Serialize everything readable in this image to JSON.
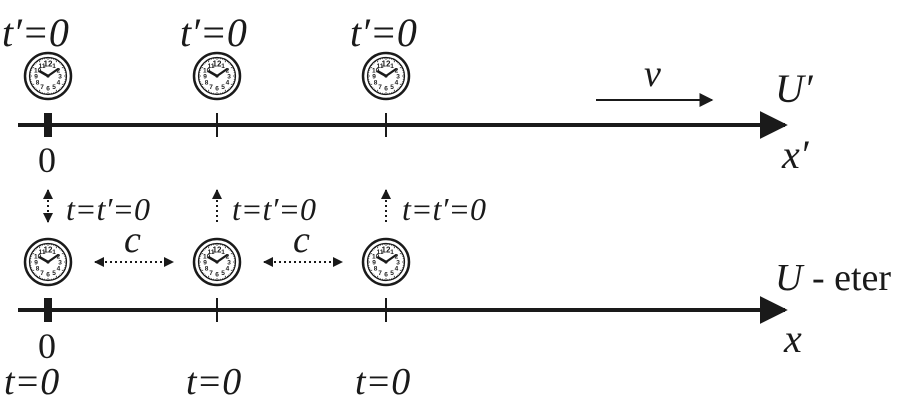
{
  "frame_upper": {
    "clock_labels": [
      "t′=0",
      "t′=0",
      "t′=0"
    ],
    "velocity_label": "v",
    "frame_label": "U′",
    "axis_label": "x′",
    "origin_label": "0"
  },
  "sync": {
    "labels": [
      "t=t′=0",
      "t=t′=0",
      "t=t′=0"
    ],
    "signal_labels": [
      "c",
      "c"
    ]
  },
  "frame_lower": {
    "frame_label": "U",
    "frame_suffix": " - eter",
    "axis_label": "x",
    "origin_label": "0",
    "clock_labels": [
      "t=0",
      "t=0",
      "t=0"
    ]
  },
  "clock_face_numbers": [
    "12",
    "1",
    "2",
    "3",
    "4",
    "5",
    "6",
    "7",
    "8",
    "9",
    "10",
    "11"
  ],
  "colors": {
    "ink": "#1a1a1a"
  }
}
